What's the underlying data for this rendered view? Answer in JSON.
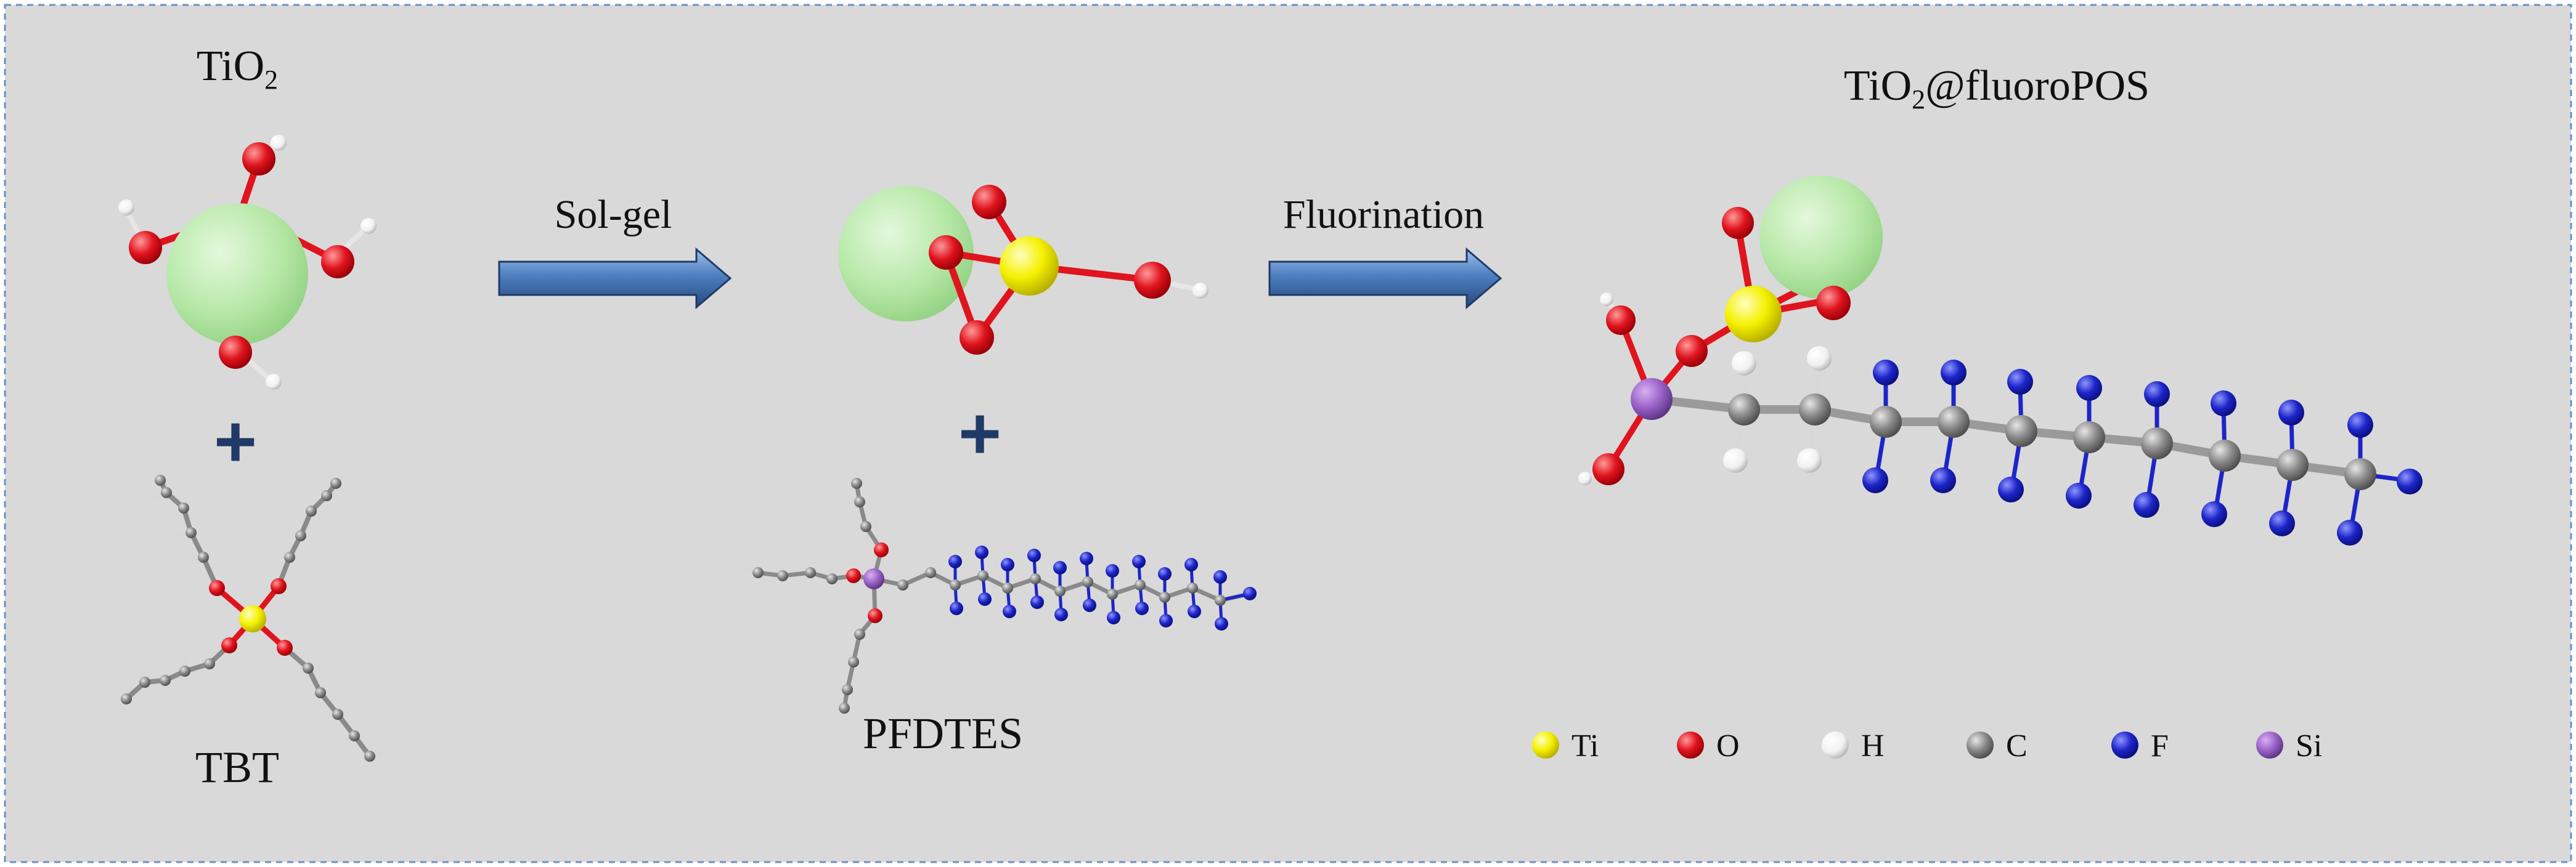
{
  "labels": {
    "tio2": "TiO",
    "tio2_sub": "2",
    "tbt": "TBT",
    "pfdtes": "PFDTES",
    "product_pre": "TiO",
    "product_sub": "2",
    "product_post": "@fluoroPOS",
    "plus": "+"
  },
  "arrows": [
    {
      "label": "Sol-gel"
    },
    {
      "label": "Fluorination"
    }
  ],
  "legend": [
    {
      "symbol": "Ti",
      "color": "#f5f000"
    },
    {
      "symbol": "O",
      "color": "#e0141e"
    },
    {
      "symbol": "H",
      "color": "#f4f4f4"
    },
    {
      "symbol": "C",
      "color": "#7a7a7a"
    },
    {
      "symbol": "F",
      "color": "#1d25c9"
    },
    {
      "symbol": "Si",
      "color": "#a54fd6"
    }
  ],
  "colors": {
    "panel_bg": "#d9d9d9",
    "panel_border": "#6f8fbf",
    "particle": "#b7e8a8",
    "arrow_fill": "#4f7fbf",
    "plus": "#1f3a66"
  }
}
